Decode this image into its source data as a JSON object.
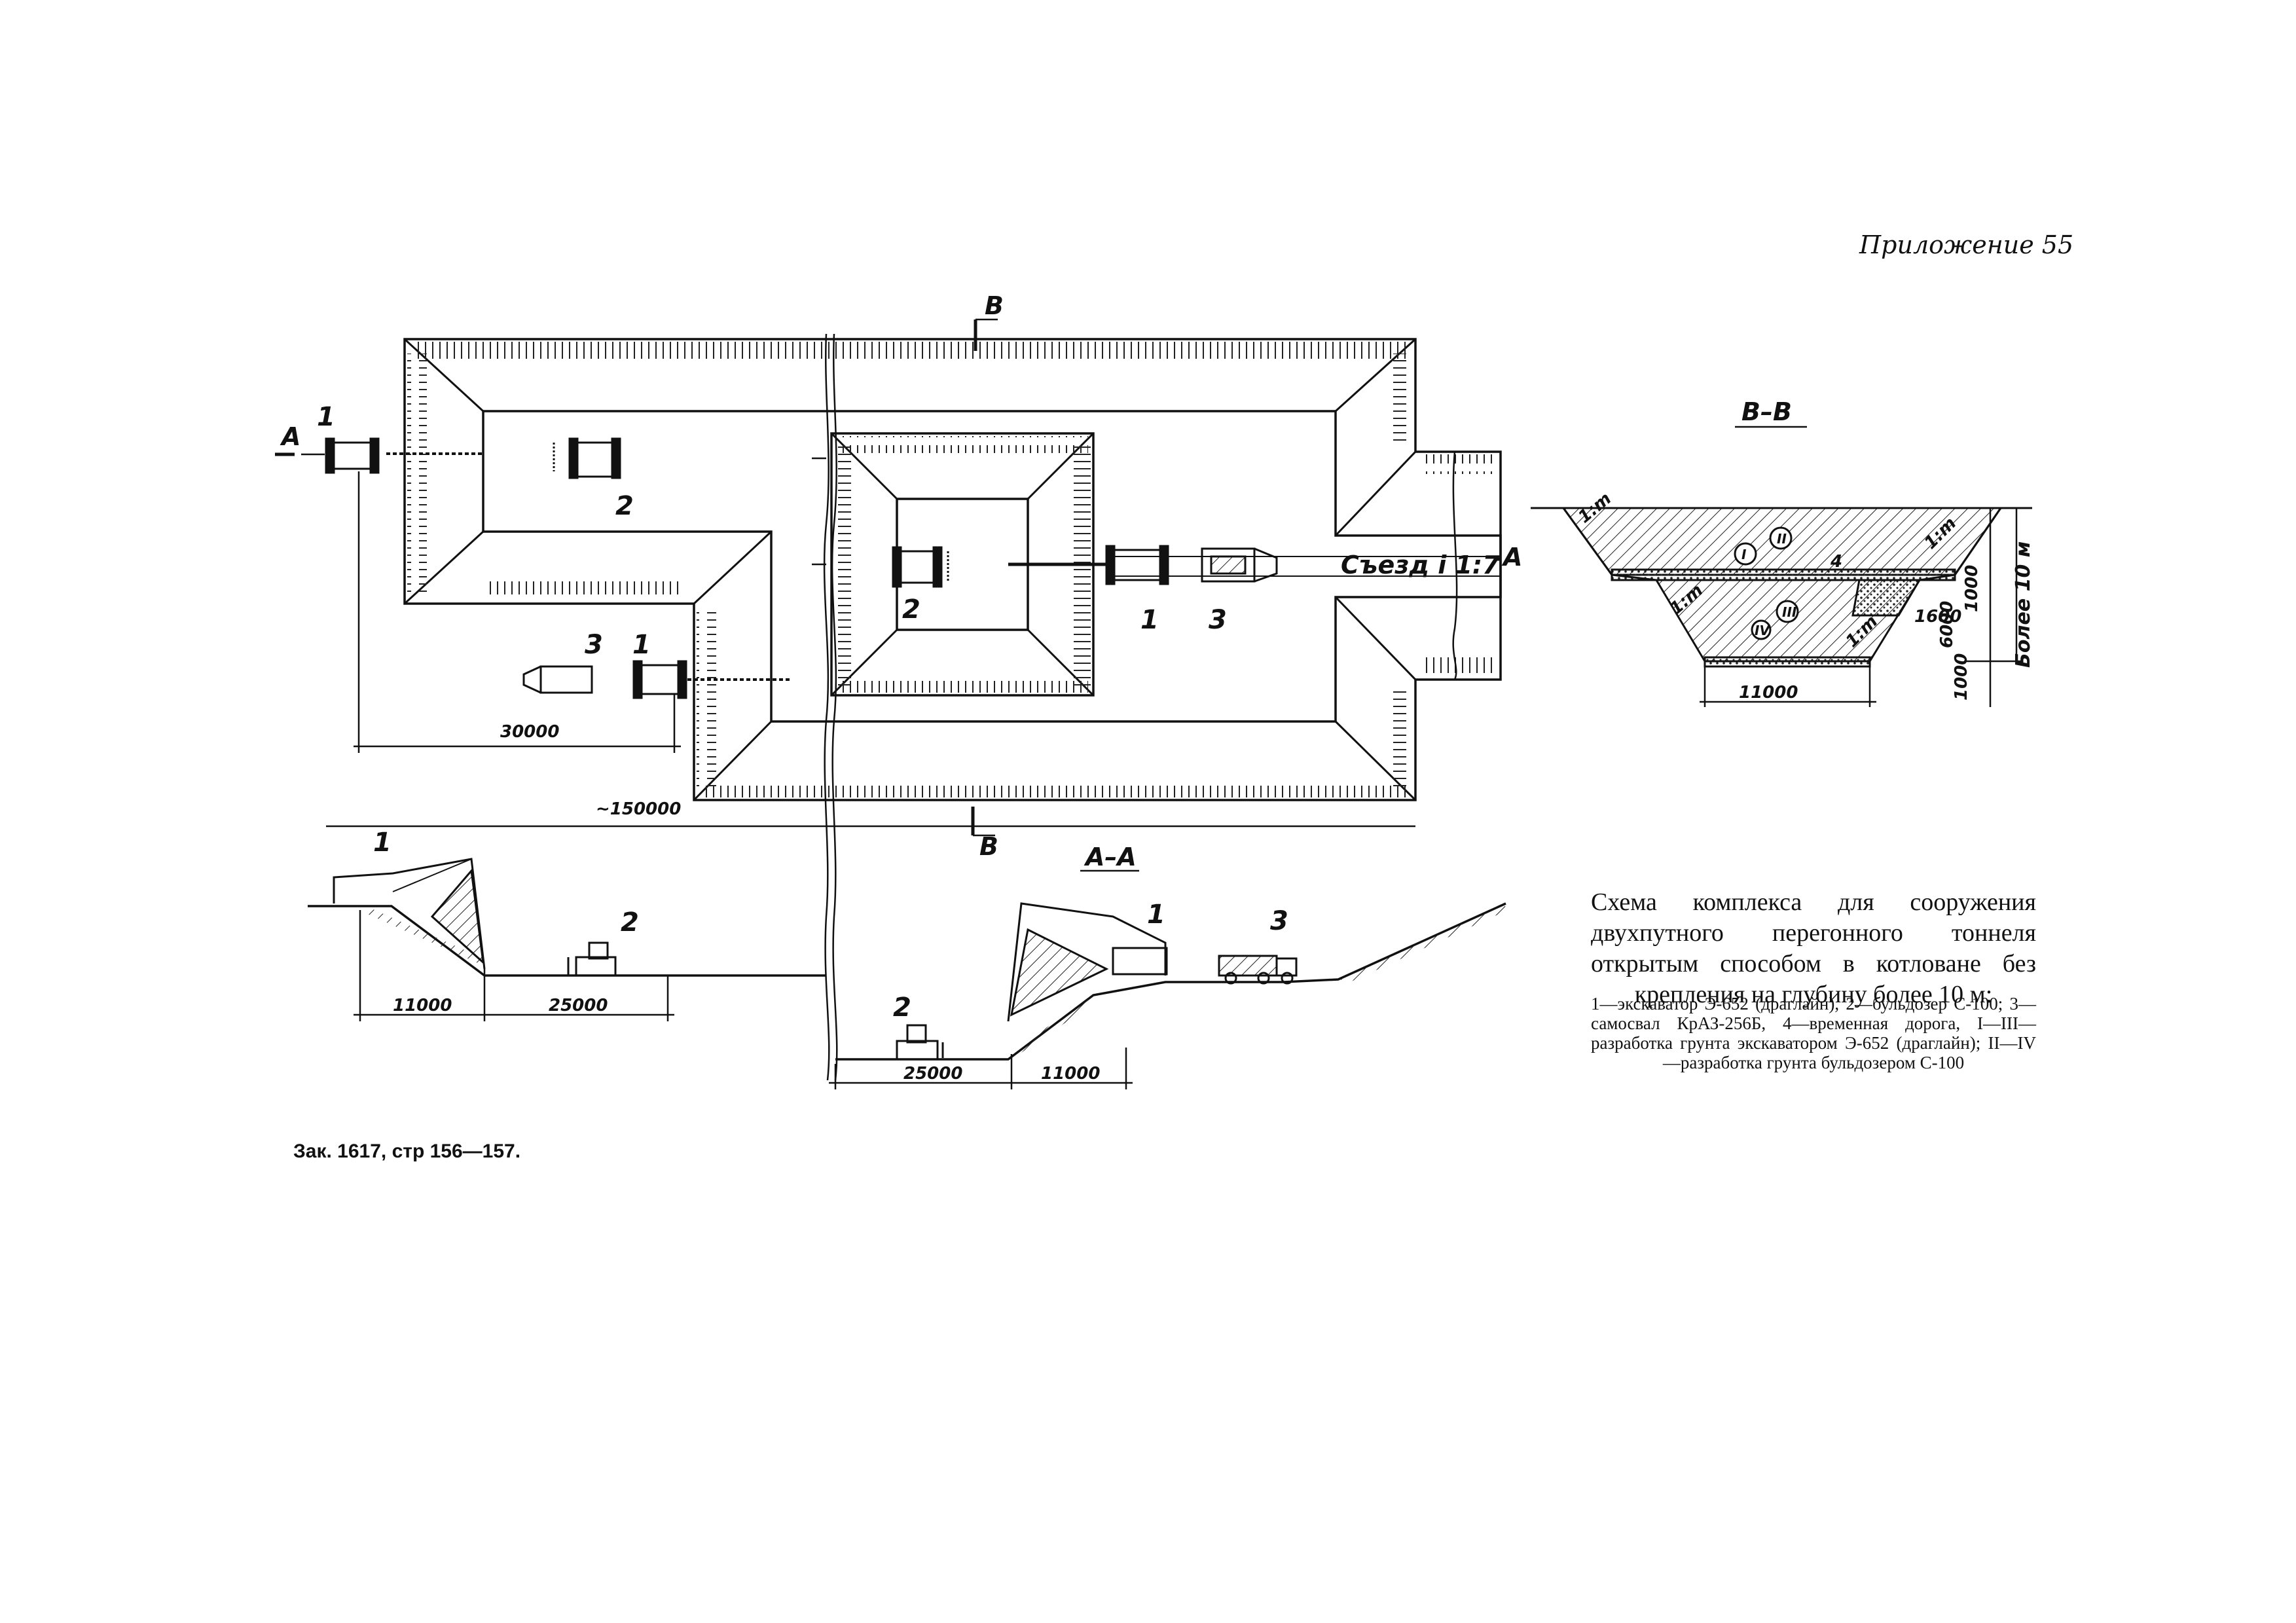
{
  "page": {
    "appendix_label": "Приложение 55",
    "order_note": "Зак. 1617, стр 156—157."
  },
  "caption": {
    "title": "Схема комплекса для сооружения двухпутного перегонного тоннеля открытым способом в котловане без крепления на глубину более 10 м:",
    "legend": "1—экскаватор Э-652 (драглайн), 2—бульдозер С-100; 3—самосвал КрАЗ-256Б, 4—временная дорога, I—III—разработка грунта экскаватором Э-652 (драглайн); II—IV—разработка грунта бульдозером С-100"
  },
  "plan": {
    "section_mark_top": "В",
    "section_mark_bottom": "В",
    "section_mark_left": "А",
    "section_mark_right": "А",
    "ramp_label": "Съезд i 1:7",
    "dim_30000": "30000",
    "dim_total": "~150000",
    "labels": [
      "1",
      "2",
      "3",
      "1",
      "2",
      "1",
      "3"
    ]
  },
  "section_aa": {
    "title": "А–А",
    "labels": [
      "1",
      "2",
      "2",
      "1",
      "3"
    ],
    "dims_left": [
      "11000",
      "25000"
    ],
    "dims_right": [
      "25000",
      "11000"
    ]
  },
  "section_bb": {
    "title": "В–В",
    "slope_labels": [
      "1:m",
      "1:m",
      "1:m",
      "1:m"
    ],
    "zones": [
      "I",
      "II",
      "III",
      "IV"
    ],
    "item4": "4",
    "dim_bottom": "11000",
    "dim_1000_a": "1000",
    "dim_1000_b": "1000",
    "dim_1600": "1600",
    "dim_6000": "6000",
    "depth": "Более 10 м"
  }
}
